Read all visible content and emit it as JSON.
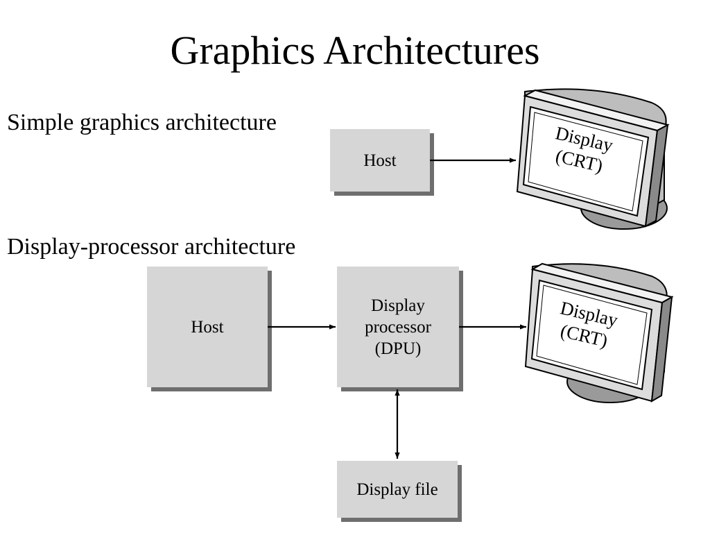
{
  "slide": {
    "title": "Graphics Architectures"
  },
  "sections": {
    "simple": {
      "label": "Simple graphics architecture",
      "host": "Host",
      "monitor": {
        "line1": "Display",
        "line2": "(CRT)"
      }
    },
    "dpu": {
      "label": "Display-processor architecture",
      "host": "Host",
      "processor": {
        "line1": "Display",
        "line2": "processor",
        "line3": "(DPU)"
      },
      "file": "Display file",
      "monitor": {
        "line1": "Display",
        "line2": "(CRT)"
      }
    }
  },
  "colors": {
    "box_fill": "#d6d6d6",
    "box_shadow": "#6e6e6e",
    "line": "#000000",
    "monitor_fill": "#dcdcdc",
    "monitor_dark": "#8a8a8a"
  },
  "icons": [
    "monitor-icon",
    "arrow-right",
    "arrow-double-vertical"
  ]
}
